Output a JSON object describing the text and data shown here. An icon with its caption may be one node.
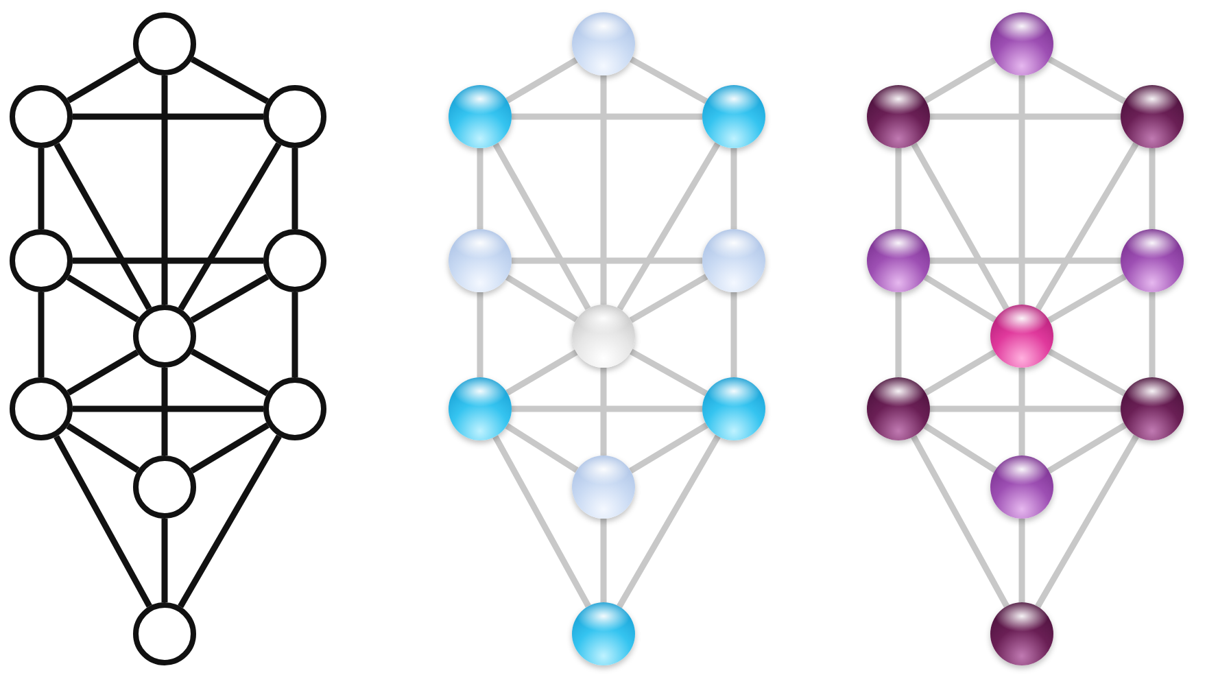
{
  "diagram": {
    "nodes": [
      {
        "text": [],
        "shape": "circle"
      },
      {
        "text": [],
        "shape": "circle"
      },
      {
        "text": [],
        "shape": "circle"
      },
      {
        "text": [],
        "shape": "circle"
      },
      {
        "text": [],
        "shape": "circle"
      },
      {
        "text": [],
        "shape": "circle"
      },
      {
        "text": [],
        "shape": "circle"
      },
      {
        "text": [],
        "shape": "circle"
      },
      {
        "text": [],
        "shape": "circle"
      },
      {
        "text": [],
        "shape": "circle"
      },
      {
        "text": [],
        "shape": "circle"
      },
      {
        "text": [],
        "shape": "circle"
      },
      {
        "text": [],
        "shape": "circle"
      },
      {
        "text": [],
        "shape": "circle"
      },
      {
        "text": [],
        "shape": "circle"
      },
      {
        "text": [],
        "shape": "circle"
      },
      {
        "text": [],
        "shape": "circle"
      },
      {
        "text": [],
        "shape": "circle"
      },
      {
        "text": [],
        "shape": "circle"
      },
      {
        "text": [],
        "shape": "circle"
      },
      {
        "text": [],
        "shape": "circle"
      },
      {
        "text": [],
        "shape": "circle"
      },
      {
        "text": [],
        "shape": "circle"
      },
      {
        "text": [],
        "shape": "circle"
      },
      {
        "text": [],
        "shape": "circle"
      },
      {
        "text": [],
        "shape": "circle"
      },
      {
        "text": [],
        "shape": "circle"
      },
      {
        "text": [],
        "shape": "circle"
      },
      {
        "text": [],
        "shape": "circle"
      },
      {
        "text": [],
        "shape": "circle"
      }
    ],
    "edges": [
      {
        "from": 0,
        "to": 1,
        "arrow": "none",
        "color": "#111111"
      },
      {
        "from": 0,
        "to": 2,
        "arrow": "none",
        "color": "#111111"
      },
      {
        "from": 0,
        "to": 5,
        "arrow": "none",
        "color": "#111111"
      },
      {
        "from": 1,
        "to": 2,
        "arrow": "none",
        "color": "#111111"
      },
      {
        "from": 1,
        "to": 3,
        "arrow": "none",
        "color": "#111111"
      },
      {
        "from": 1,
        "to": 5,
        "arrow": "none",
        "color": "#111111"
      },
      {
        "from": 2,
        "to": 4,
        "arrow": "none",
        "color": "#111111"
      },
      {
        "from": 2,
        "to": 5,
        "arrow": "none",
        "color": "#111111"
      },
      {
        "from": 3,
        "to": 4,
        "arrow": "none",
        "color": "#111111"
      },
      {
        "from": 3,
        "to": 5,
        "arrow": "none",
        "color": "#111111"
      },
      {
        "from": 3,
        "to": 6,
        "arrow": "none",
        "color": "#111111"
      },
      {
        "from": 4,
        "to": 5,
        "arrow": "none",
        "color": "#111111"
      },
      {
        "from": 4,
        "to": 7,
        "arrow": "none",
        "color": "#111111"
      },
      {
        "from": 5,
        "to": 6,
        "arrow": "none",
        "color": "#111111"
      },
      {
        "from": 5,
        "to": 7,
        "arrow": "none",
        "color": "#111111"
      },
      {
        "from": 5,
        "to": 8,
        "arrow": "none",
        "color": "#111111"
      },
      {
        "from": 6,
        "to": 7,
        "arrow": "none",
        "color": "#111111"
      },
      {
        "from": 6,
        "to": 8,
        "arrow": "none",
        "color": "#111111"
      },
      {
        "from": 6,
        "to": 9,
        "arrow": "none",
        "color": "#111111"
      },
      {
        "from": 7,
        "to": 8,
        "arrow": "none",
        "color": "#111111"
      },
      {
        "from": 7,
        "to": 9,
        "arrow": "none",
        "color": "#111111"
      },
      {
        "from": 8,
        "to": 9,
        "arrow": "none",
        "color": "#111111"
      },
      {
        "from": 10,
        "to": 11,
        "arrow": "none"
      },
      {
        "from": 10,
        "to": 12,
        "arrow": "none"
      },
      {
        "from": 10,
        "to": 15,
        "arrow": "none"
      },
      {
        "from": 11,
        "to": 12,
        "arrow": "none"
      },
      {
        "from": 11,
        "to": 13,
        "arrow": "none"
      },
      {
        "from": 11,
        "to": 15,
        "arrow": "none"
      },
      {
        "from": 12,
        "to": 14,
        "arrow": "none"
      },
      {
        "from": 12,
        "to": 15,
        "arrow": "none"
      },
      {
        "from": 13,
        "to": 14,
        "arrow": "none"
      },
      {
        "from": 13,
        "to": 15,
        "arrow": "none"
      },
      {
        "from": 13,
        "to": 16,
        "arrow": "none"
      },
      {
        "from": 14,
        "to": 15,
        "arrow": "none"
      },
      {
        "from": 14,
        "to": 17,
        "arrow": "none"
      },
      {
        "from": 15,
        "to": 16,
        "arrow": "none"
      },
      {
        "from": 15,
        "to": 17,
        "arrow": "none"
      },
      {
        "from": 15,
        "to": 18,
        "arrow": "none"
      },
      {
        "from": 16,
        "to": 17,
        "arrow": "none"
      },
      {
        "from": 16,
        "to": 18,
        "arrow": "none"
      },
      {
        "from": 16,
        "to": 19,
        "arrow": "none"
      },
      {
        "from": 17,
        "to": 18,
        "arrow": "none"
      },
      {
        "from": 17,
        "to": 19,
        "arrow": "none"
      },
      {
        "from": 18,
        "to": 19,
        "arrow": "none"
      },
      {
        "from": 20,
        "to": 21,
        "arrow": "none"
      },
      {
        "from": 20,
        "to": 22,
        "arrow": "none"
      },
      {
        "from": 20,
        "to": 25,
        "arrow": "none"
      },
      {
        "from": 21,
        "to": 22,
        "arrow": "none"
      },
      {
        "from": 21,
        "to": 23,
        "arrow": "none"
      },
      {
        "from": 21,
        "to": 25,
        "arrow": "none"
      },
      {
        "from": 22,
        "to": 24,
        "arrow": "none"
      },
      {
        "from": 22,
        "to": 25,
        "arrow": "none"
      },
      {
        "from": 23,
        "to": 24,
        "arrow": "none"
      },
      {
        "from": 23,
        "to": 25,
        "arrow": "none"
      },
      {
        "from": 23,
        "to": 26,
        "arrow": "none"
      },
      {
        "from": 24,
        "to": 25,
        "arrow": "none"
      },
      {
        "from": 24,
        "to": 27,
        "arrow": "none"
      },
      {
        "from": 25,
        "to": 26,
        "arrow": "none"
      },
      {
        "from": 25,
        "to": 27,
        "arrow": "none"
      },
      {
        "from": 25,
        "to": 28,
        "arrow": "none"
      },
      {
        "from": 26,
        "to": 27,
        "arrow": "none"
      },
      {
        "from": 26,
        "to": 28,
        "arrow": "none"
      },
      {
        "from": 26,
        "to": 29,
        "arrow": "none"
      },
      {
        "from": 27,
        "to": 28,
        "arrow": "none"
      },
      {
        "from": 27,
        "to": 29,
        "arrow": "none"
      },
      {
        "from": 28,
        "to": 29,
        "arrow": "none"
      }
    ]
  }
}
